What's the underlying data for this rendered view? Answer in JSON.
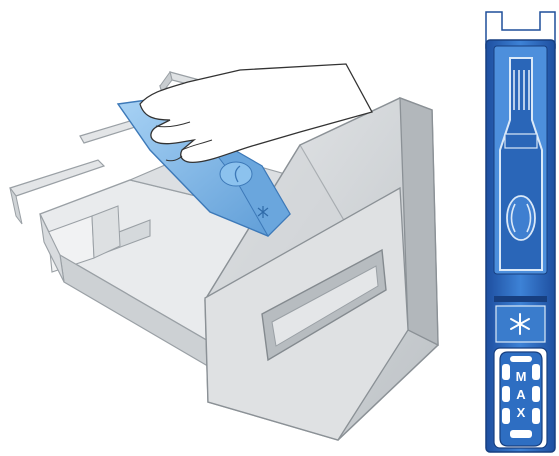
{
  "insert_panel": {
    "max_label": "MAX",
    "letters": [
      "M",
      "A",
      "X"
    ],
    "snowflake_icon": "snowflake-icon",
    "bottle_icon": "bottle-icon"
  },
  "colors": {
    "drawer": "#d9dcdf",
    "drawer_dark": "#a9aeb3",
    "insert_blue": "#7fb6e6",
    "panel_blue": "#2f6fc4",
    "panel_dark": "#1f4f9a"
  }
}
